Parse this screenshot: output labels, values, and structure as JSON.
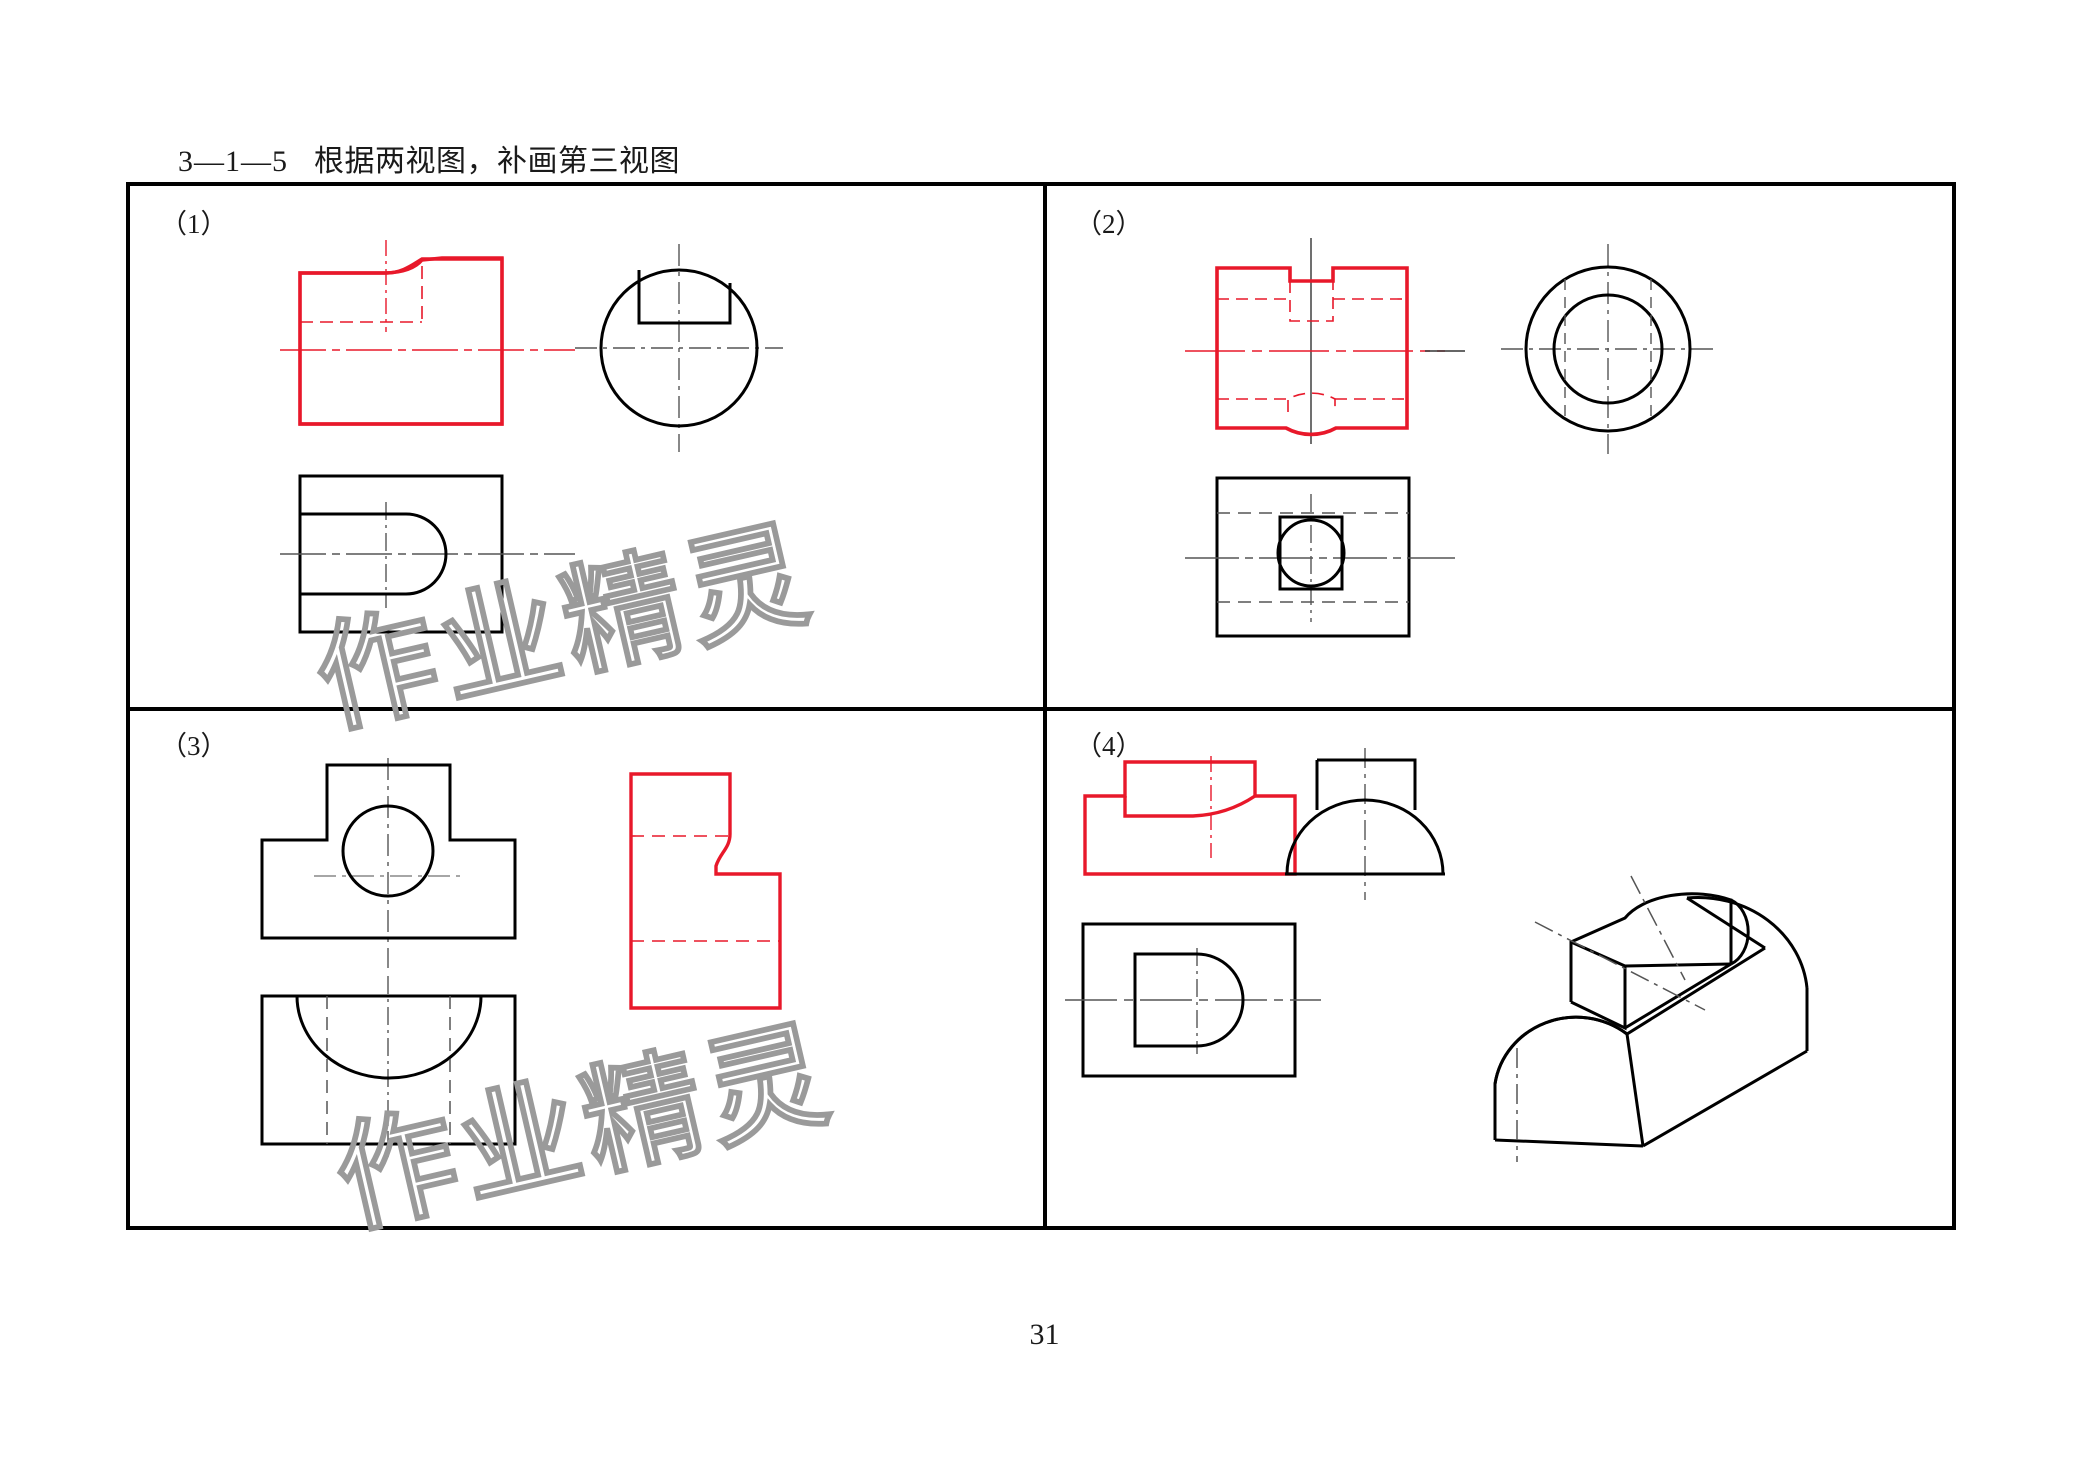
{
  "document": {
    "title_code": "3—1—5",
    "title_text": "根据两视图，补画第三视图",
    "page_number": "31",
    "watermark_text": "作业精灵",
    "colors": {
      "line_black": "#000000",
      "line_red": "#e8182a",
      "center_line_black": "#555555",
      "center_line_red": "#e8182a",
      "watermark": "#9a9a9a"
    }
  },
  "panels": [
    {
      "label": "（1）",
      "views": [
        {
          "name": "front-view",
          "color": "red",
          "desc": "rectangle with stepped notch top-right, hidden lines"
        },
        {
          "name": "left-view",
          "color": "black",
          "desc": "circle with rectangular keyway notch at top"
        },
        {
          "name": "top-view",
          "color": "black",
          "desc": "rectangle with D-shaped slot opening left"
        }
      ]
    },
    {
      "label": "（2）",
      "views": [
        {
          "name": "front-view",
          "color": "red",
          "desc": "rectangle with top rectangular notch and bottom arc cut"
        },
        {
          "name": "left-view",
          "color": "black",
          "desc": "two concentric circles with vertical hidden lines"
        },
        {
          "name": "top-view",
          "color": "black",
          "desc": "rectangle with inner square and circle"
        }
      ]
    },
    {
      "label": "（3）",
      "views": [
        {
          "name": "front-view",
          "color": "black",
          "desc": "stepped T outline with central circle"
        },
        {
          "name": "left-view",
          "color": "red",
          "desc": "L-shaped stepped profile with hidden lines"
        },
        {
          "name": "top-view",
          "color": "black",
          "desc": "rectangle with semicircular arc and hidden lines"
        }
      ]
    },
    {
      "label": "（4）",
      "views": [
        {
          "name": "front-view",
          "color": "red",
          "desc": "stepped block with chamfer arc"
        },
        {
          "name": "left-view",
          "color": "black",
          "desc": "dome with rectangle on top"
        },
        {
          "name": "top-view",
          "color": "black",
          "desc": "rectangle with D-shaped inner outline"
        },
        {
          "name": "isometric-view",
          "color": "black",
          "desc": "3D axonometric of semi-cylinder base with rounded block on top"
        }
      ]
    }
  ]
}
